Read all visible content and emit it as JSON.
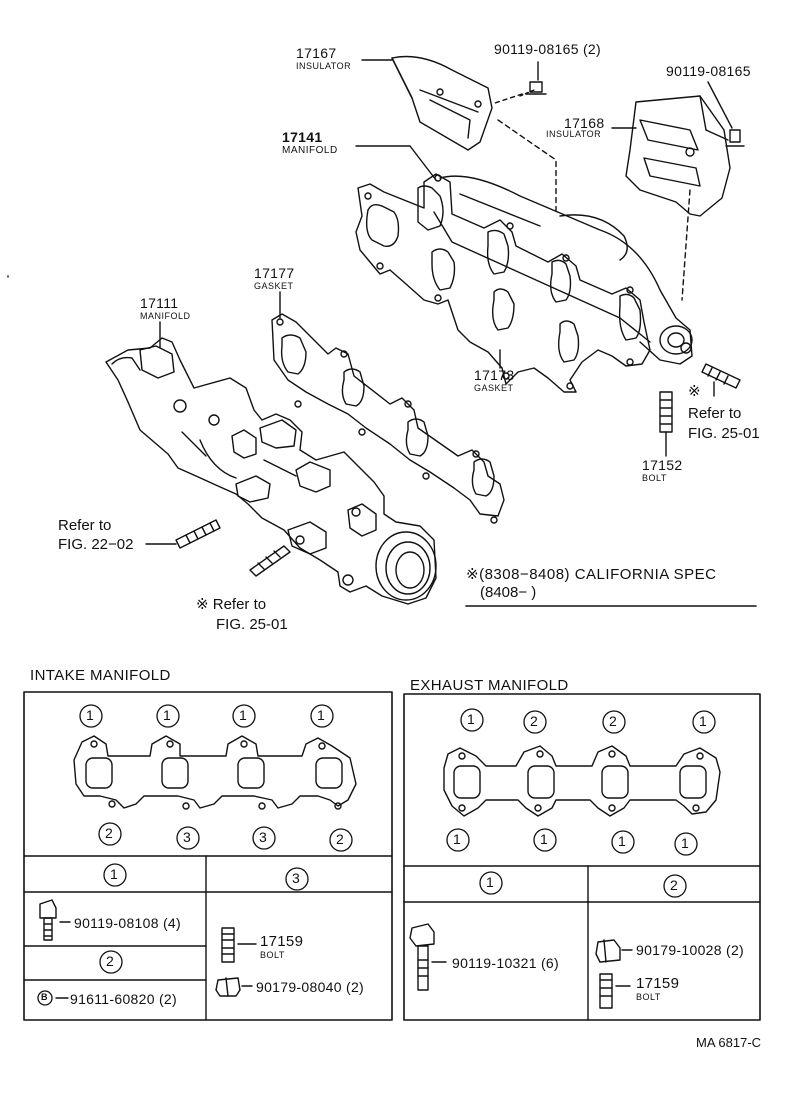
{
  "top_labels": {
    "p17167": {
      "num": "17167",
      "name": "INSULATOR"
    },
    "p90119a": {
      "num": "90119-08165 (2)"
    },
    "p90119b": {
      "num": "90119-08165"
    },
    "p17168": {
      "num": "17168",
      "name": "INSULATOR"
    },
    "p17141": {
      "num": "17141",
      "name": "MANIFOLD"
    },
    "p17177": {
      "num": "17177",
      "name": "GASKET"
    },
    "p17111": {
      "num": "17111",
      "name": "MANIFOLD"
    },
    "p17173": {
      "num": "17173",
      "name": "GASKET"
    },
    "p17152": {
      "num": "17152",
      "name": "BOLT"
    },
    "ref2501a": {
      "mark": "※",
      "line1": "Refer to",
      "line2": "FIG. 25-01"
    },
    "ref2202": {
      "line1": "Refer to",
      "line2": "FIG. 22−02"
    },
    "ref2501b": {
      "line1": "※ Refer to",
      "line2": "FIG. 25-01"
    }
  },
  "california": {
    "line1": "※(8308−8408) CALIFORNIA  SPEC",
    "line2": "(8408−          )"
  },
  "intake": {
    "title": "INTAKE MANIFOLD",
    "top_marks": [
      "1",
      "1",
      "1",
      "1"
    ],
    "bottom_marks": [
      "2",
      "3",
      "3",
      "2"
    ],
    "col1_head": "1",
    "col3_head": "3",
    "col2_head": "2",
    "bolt1": "90119-08108 (4)",
    "stud_num": "17159",
    "stud_name": "BOLT",
    "nut": "90179-08040 (2)",
    "mark_b": "B",
    "washer": "91611-60820 (2)"
  },
  "exhaust": {
    "title": "EXHAUST MANIFOLD",
    "top_marks": [
      "1",
      "2",
      "2",
      "1"
    ],
    "bottom_marks": [
      "1",
      "1",
      "1",
      "1"
    ],
    "col1_head": "1",
    "col2_head": "2",
    "bolt": "90119-10321 (6)",
    "nut": "90179-10028 (2)",
    "stud_num": "17159",
    "stud_name": "BOLT"
  },
  "footer": "MA  6817-C"
}
